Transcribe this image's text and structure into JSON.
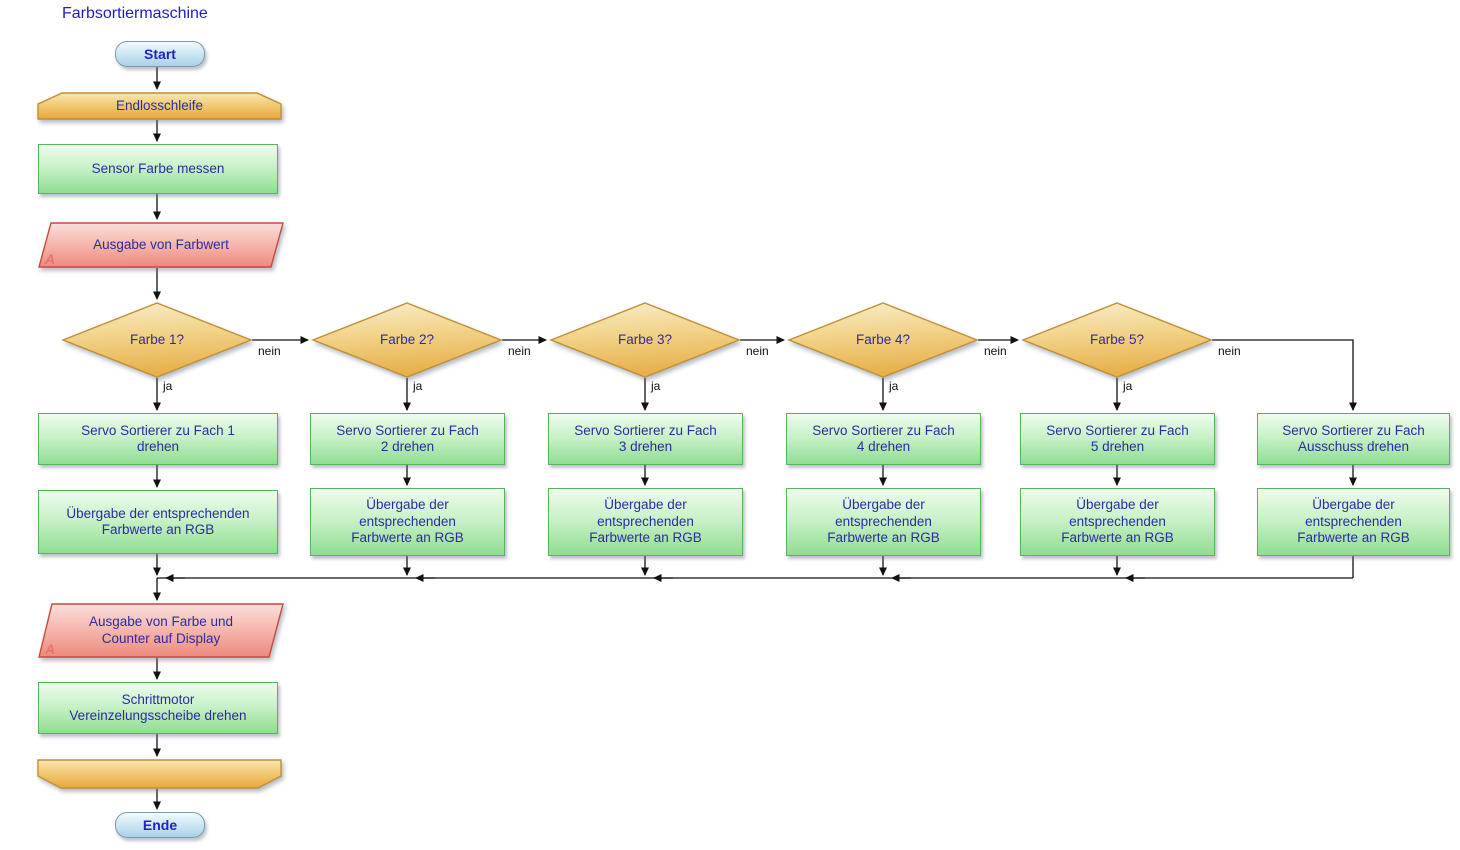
{
  "title": "Farbsortiermaschine",
  "start": {
    "label": "Start"
  },
  "end": {
    "label": "Ende"
  },
  "loop": {
    "start_label": "Endlosschleife",
    "end_label": ""
  },
  "steps": {
    "sensor": "Sensor Farbe messen",
    "output_colour_value": "Ausgabe von Farbwert",
    "output_marker": "A",
    "output_display": "Ausgabe von Farbe und\nCounter auf Display",
    "stepper": "Schrittmotor\nVereinzelungsscheibe drehen"
  },
  "branch_labels": {
    "yes": "ja",
    "no": "nein"
  },
  "columns": [
    {
      "decision": "Farbe 1?",
      "servo": "Servo Sortierer zu Fach 1\ndrehen",
      "transfer": "Übergabe der entsprechenden\nFarbwerte an RGB"
    },
    {
      "decision": "Farbe 2?",
      "servo": "Servo Sortierer zu Fach\n2 drehen",
      "transfer": "Übergabe der\nentsprechenden\nFarbwerte an RGB"
    },
    {
      "decision": "Farbe 3?",
      "servo": "Servo Sortierer zu Fach\n3 drehen",
      "transfer": "Übergabe der\nentsprechenden\nFarbwerte an RGB"
    },
    {
      "decision": "Farbe 4?",
      "servo": "Servo Sortierer zu Fach\n4 drehen",
      "transfer": "Übergabe der\nentsprechenden\nFarbwerte an RGB"
    },
    {
      "decision": "Farbe 5?",
      "servo": "Servo Sortierer zu Fach\n5 drehen",
      "transfer": "Übergabe der\nentsprechenden\nFarbwerte an RGB"
    },
    {
      "decision": "",
      "servo": "Servo Sortierer zu Fach\nAusschuss drehen",
      "transfer": "Übergabe der\nentsprechenden\nFarbwerte an RGB"
    }
  ],
  "colors": {
    "process_fill": "#90dd92",
    "process_border": "#58b45c",
    "decision_fill": "#e7b04b",
    "decision_border": "#bf8f35",
    "io_fill": "#ee897e",
    "io_border": "#c64b3f",
    "terminator_fill": "#a9d2e8",
    "terminator_border": "#7e99ab",
    "text": "#2c2c9e",
    "title_text": "#1e1ec8",
    "line": "#111111"
  }
}
